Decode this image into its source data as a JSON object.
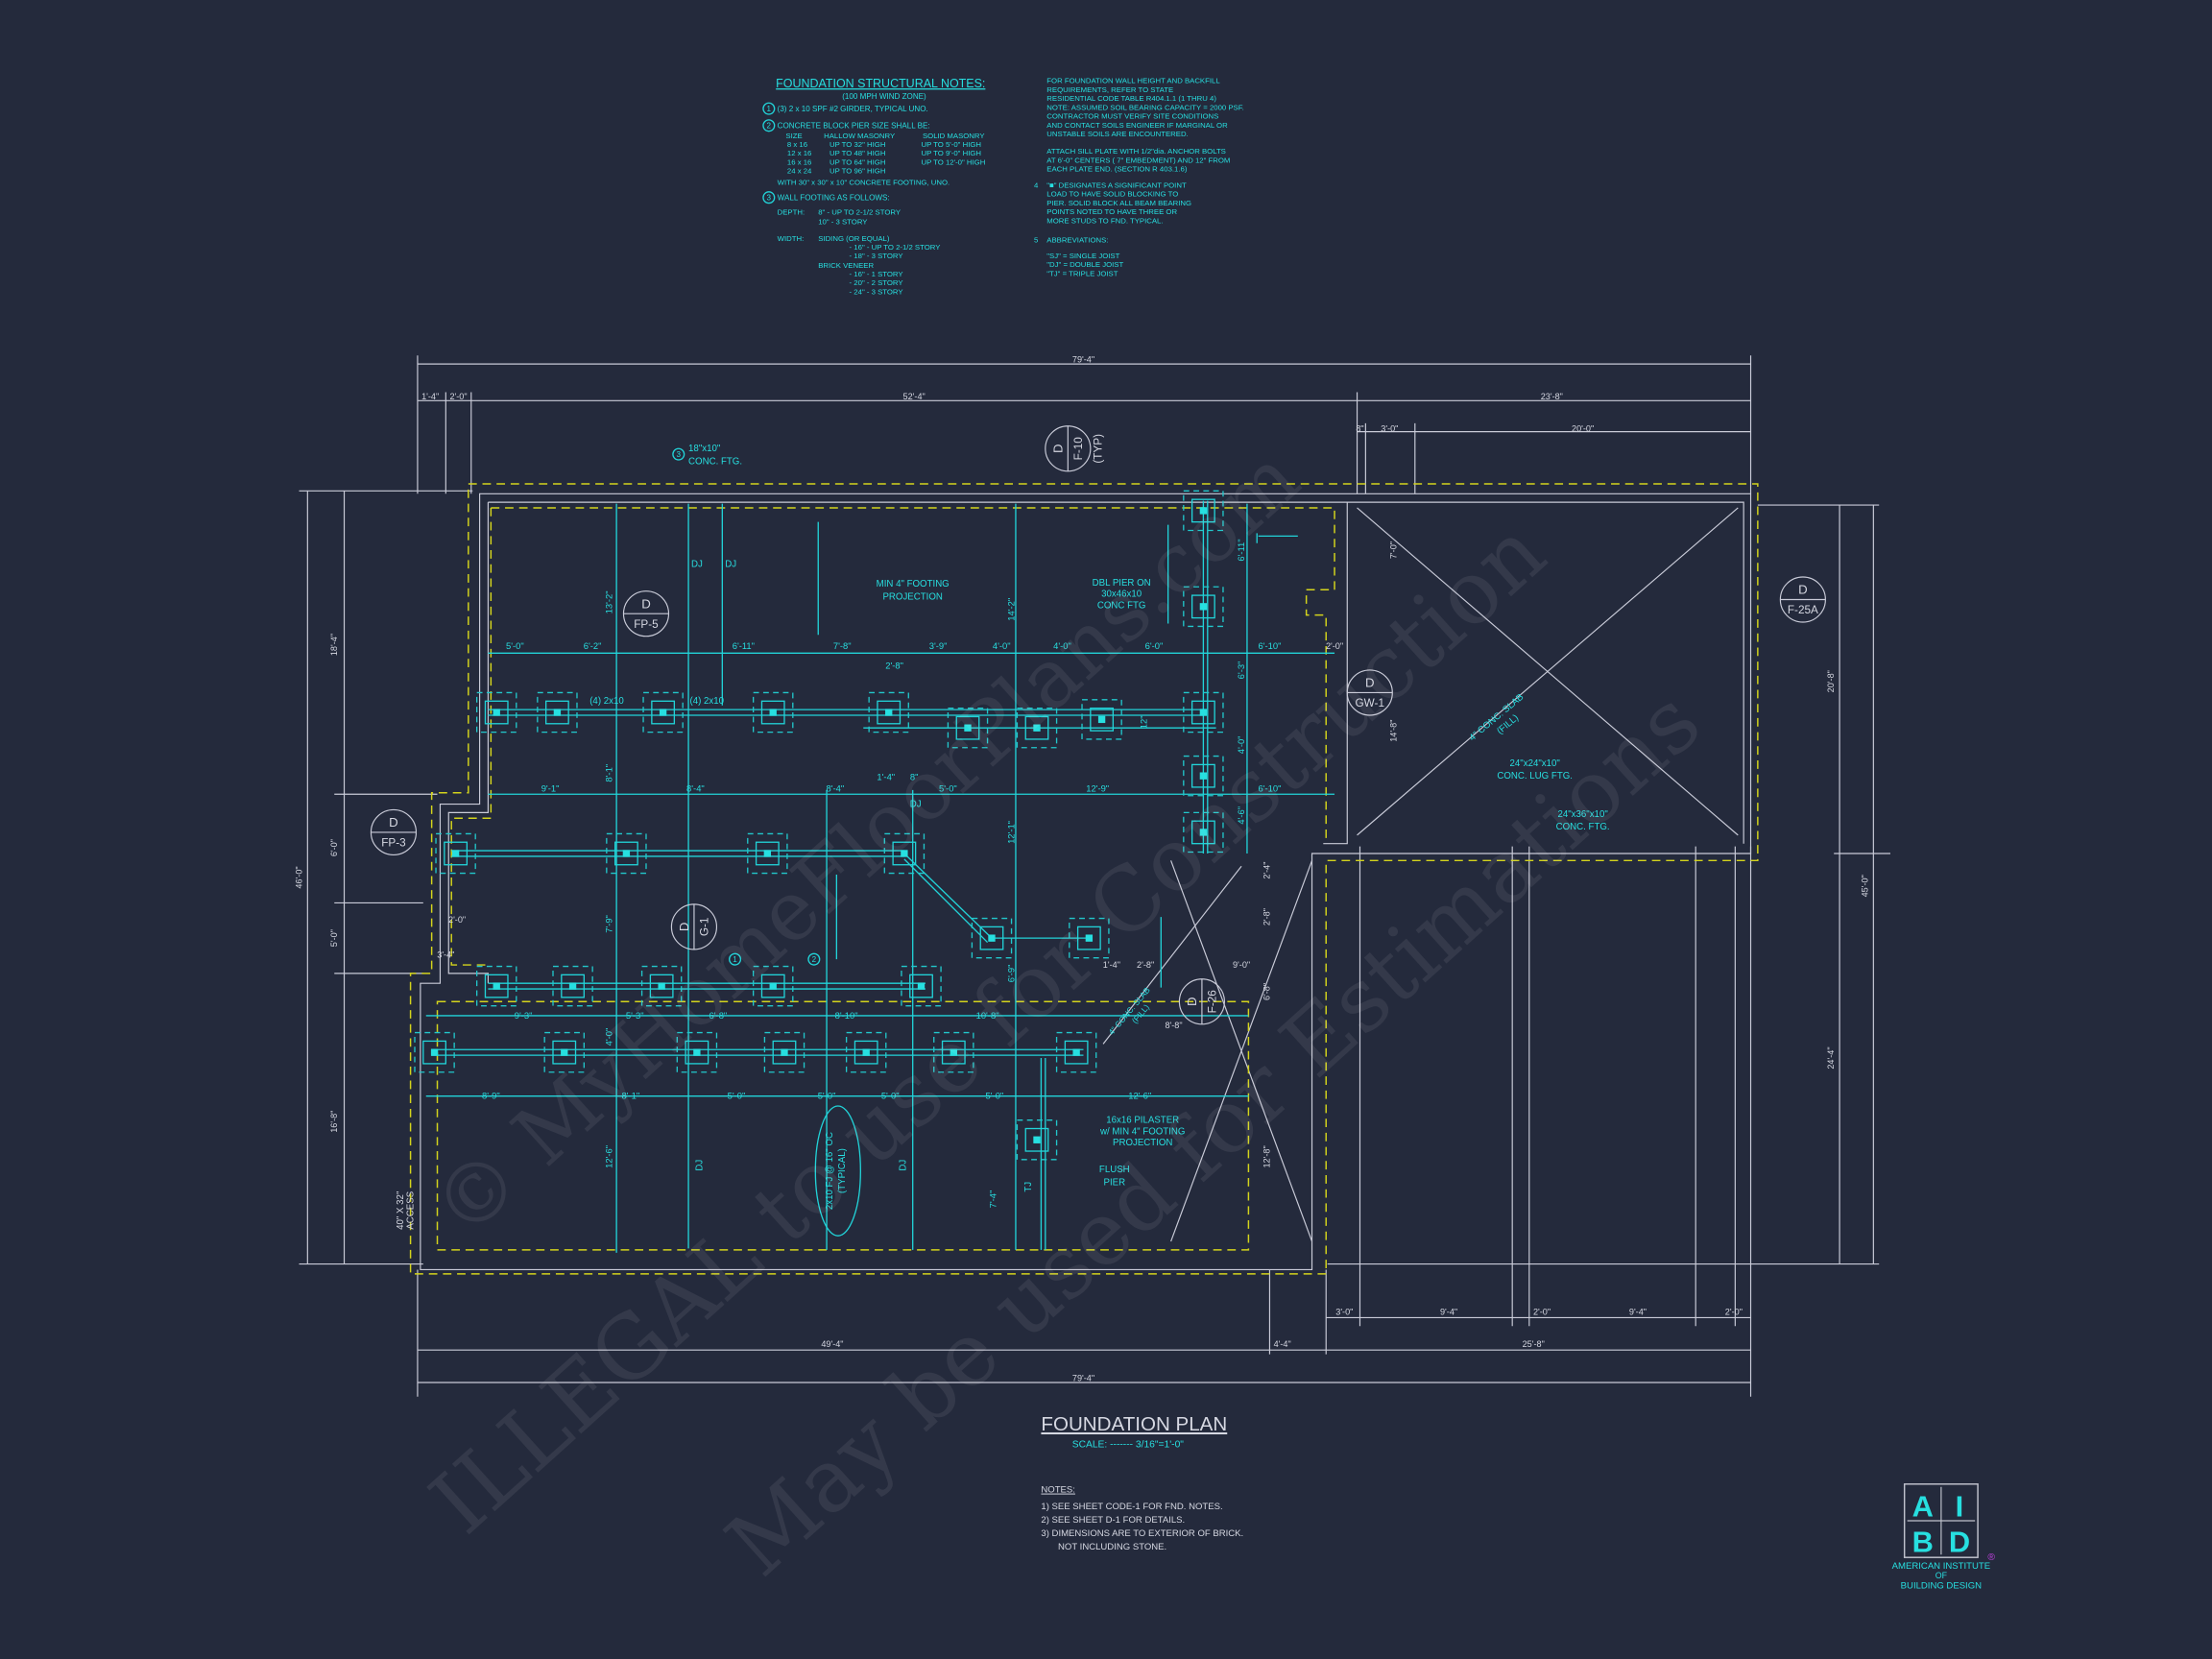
{
  "colors": {
    "background": "#242a3c",
    "cyan": "#27dfe0",
    "white": "#d6d8e2",
    "yellow": "#d4d41c"
  },
  "structural_notes": {
    "title": "FOUNDATION STRUCTURAL NOTES:",
    "subtitle": "(100 MPH WIND ZONE)",
    "n1": "(3) 2 x 10 SPF #2 GIRDER, TYPICAL UNO.",
    "n2": "CONCRETE BLOCK PIER SIZE SHALL BE:",
    "pier_header": [
      "SIZE",
      "HALLOW MASONRY",
      "SOLID MASONRY"
    ],
    "pier_rows": [
      [
        "8 x 16",
        "UP TO 32\" HIGH",
        "UP TO 5'-0\" HIGH"
      ],
      [
        "12 x 16",
        "UP TO 48\" HIGH",
        "UP TO 9'-0\" HIGH"
      ],
      [
        "16 x 16",
        "UP TO 64\" HIGH",
        "UP TO 12'-0\" HIGH"
      ],
      [
        "24 x 24",
        "UP TO 96\" HIGH",
        ""
      ]
    ],
    "n2_footer": "WITH 30\" x 30\" x 10\" CONCRETE FOOTING, UNO.",
    "n3": "WALL FOOTING AS FOLLOWS:",
    "depth_label": "DEPTH:",
    "depth_1": "8\" - UP TO 2-1/2 STORY",
    "depth_2": "10\" - 3 STORY",
    "width_label": "WIDTH:",
    "width_siding": "SIDING (OR EQUAL)",
    "width_s1": "- 16\" - UP TO 2-1/2 STORY",
    "width_s2": "- 18\" - 3 STORY",
    "width_brick": "BRICK VENEER",
    "width_b1": "- 16\" - 1 STORY",
    "width_b2": "- 20\" - 2 STORY",
    "width_b3": "- 24\" - 3 STORY",
    "right_lines_a": [
      "FOR FOUNDATION WALL HEIGHT AND BACKFILL",
      "REQUIREMENTS, REFER TO STATE",
      "RESIDENTIAL CODE TABLE R404.1.1 (1 THRU 4)",
      "NOTE: ASSUMED SOIL BEARING CAPACITY = 2000 PSF.",
      "CONTRACTOR MUST VERIFY SITE CONDITIONS",
      "AND CONTACT SOILS ENGINEER IF MARGINAL OR",
      "UNSTABLE SOILS ARE ENCOUNTERED."
    ],
    "right_lines_b": [
      "ATTACH SILL PLATE WITH 1/2\"dia. ANCHOR BOLTS",
      "AT 6'-0\" CENTERS ( 7\" EMBEDMENT) AND 12\" FROM",
      "EACH PLATE END. (SECTION R 403.1.6)"
    ],
    "n4_num": "4",
    "n4": [
      "\"■\" DESIGNATES A SIGNIFICANT POINT",
      "LOAD TO HAVE SOLID BLOCKING TO",
      "PIER. SOLID BLOCK ALL BEAM BEARING",
      "POINTS NOTED TO HAVE THREE OR",
      "MORE STUDS TO FND. TYPICAL."
    ],
    "n5_num": "5",
    "n5": "ABBREVIATIONS:",
    "abbr": [
      "\"SJ\" = SINGLE JOIST",
      "\"DJ\" = DOUBLE JOIST",
      "\"TJ\" = TRIPLE JOIST"
    ],
    "bubble_1": "1",
    "bubble_2": "2",
    "bubble_3": "3"
  },
  "plan": {
    "dims_white": {
      "overall_top": "79'-4\"",
      "t1": "1'-4\"",
      "t2": "2'-0\"",
      "t3": "52'-4\"",
      "t4": "23'-8\"",
      "t5": "8\"",
      "t6": "3'-0\"",
      "t7": "20'-0\"",
      "l1": "18'-4\"",
      "l2": "6'-0\"",
      "l3": "5'-0\"",
      "l4": "16'-8\"",
      "l_overall": "46'-0\"",
      "l5": "2'-0\"",
      "l6": "3'-4\"",
      "r1": "20'-8\"",
      "r2": "24'-4\"",
      "r_overall": "45'-0\"",
      "g1": "7'-0\"",
      "g2": "14'-8\"",
      "g3": "2'-0\"",
      "p1": "2'-4\"",
      "p2": "2'-8\"",
      "p3": "6'-8\"",
      "p4": "12'-8\"",
      "p5": "1'-4\"",
      "p6": "2'-8\"",
      "p7": "9'-0\"",
      "p8": "8'-8\"",
      "b1": "3'-0\"",
      "b2": "9'-4\"",
      "b3": "2'-0\"",
      "b4": "9'-4\"",
      "b5": "2'-0\"",
      "b6": "49'-4\"",
      "b7": "4'-4\"",
      "b8": "25'-8\"",
      "overall_bottom": "79'-4\""
    },
    "dims_cyan": {
      "row1": [
        "5'-0\"",
        "6'-2\"",
        "6'-11\"",
        "7'-8\"",
        "3'-9\"",
        "4'-0\"",
        "4'-0\"",
        "6'-0\"",
        "6'-10\""
      ],
      "row1b": "2'-8\"",
      "row2": [
        "9'-1\"",
        "8'-4\"",
        "8'-4\"",
        "5'-0\"",
        "12'-9\"",
        "6'-10\""
      ],
      "row2b": "1'-4\"",
      "row2c": "8\"",
      "row3": [
        "9'-3\"",
        "5'-3\"",
        "6'-8\"",
        "8'-10\"",
        "10'-8\""
      ],
      "row4": [
        "8'-9\"",
        "8'-1\"",
        "5'-0\"",
        "5'-0\"",
        "5'-0\"",
        "5'-0\"",
        "12'-6\""
      ],
      "vert": [
        "13'-2\"",
        "14'-2\"",
        "6'-11\"",
        "6'-3\"",
        "4'-0\"",
        "4'-6\"",
        "8'-1\"",
        "7'-9\"",
        "4'-0\"",
        "12'-6\"",
        "12'-1\"",
        "6'-9\"",
        "7'-4\"",
        "12\""
      ]
    },
    "labels": {
      "dj": "DJ",
      "tj": "TJ",
      "girder": "(4) 2x10",
      "min_footing": [
        "MIN 4\" FOOTING",
        "PROJECTION"
      ],
      "dbl_pier": [
        "DBL PIER ON",
        "30x46x10",
        "CONC FTG"
      ],
      "wall_ftg": [
        "18\"x10\"",
        "CONC. FTG."
      ],
      "slab": [
        "4\" CONC. SLAB",
        "(FILL)"
      ],
      "lug_ftg": [
        "24\"x24\"x10\"",
        "CONC. LUG FTG."
      ],
      "conc_ftg": [
        "24\"x36\"x10\"",
        "CONC. FTG."
      ],
      "pilaster": [
        "16x16 PILASTER",
        "w/ MIN 4\" FOOTING",
        "PROJECTION"
      ],
      "flush_pier": [
        "FLUSH",
        "PIER"
      ],
      "joists": [
        "2x10 FJ @ 16\" OC",
        "(TYPICAL)"
      ],
      "access": [
        "40\" X 32\"",
        "ACCESS"
      ]
    },
    "sections": [
      {
        "top": "D",
        "bottom": "FP-5"
      },
      {
        "top": "D",
        "bottom": "F-10",
        "extra": "(TYP)"
      },
      {
        "top": "D",
        "bottom": "F-25A"
      },
      {
        "top": "D",
        "bottom": "GW-1"
      },
      {
        "top": "D",
        "bottom": "FP-3"
      },
      {
        "top": "D",
        "bottom": "G-1"
      },
      {
        "top": "D",
        "bottom": "F-26"
      }
    ]
  },
  "title_block": {
    "title": "FOUNDATION PLAN",
    "scale": "SCALE: ------- 3/16\"=1'-0\"",
    "notes_heading": "NOTES:",
    "notes": [
      "1) SEE SHEET CODE-1 FOR FND. NOTES.",
      "2) SEE SHEET D-1 FOR DETAILS.",
      "3) DIMENSIONS ARE TO EXTERIOR OF BRICK.",
      "NOT INCLUDING STONE."
    ]
  },
  "logo": {
    "letters": [
      "A",
      "I",
      "B",
      "D"
    ],
    "registered": "®",
    "line1": "AMERICAN INSTITUTE",
    "line2": "OF",
    "line3": "BUILDING DESIGN"
  },
  "watermarks": [
    "© MyHomeFloorPlans.com",
    "ILLEGAL to use for Construction",
    "May be used for Estimations"
  ]
}
